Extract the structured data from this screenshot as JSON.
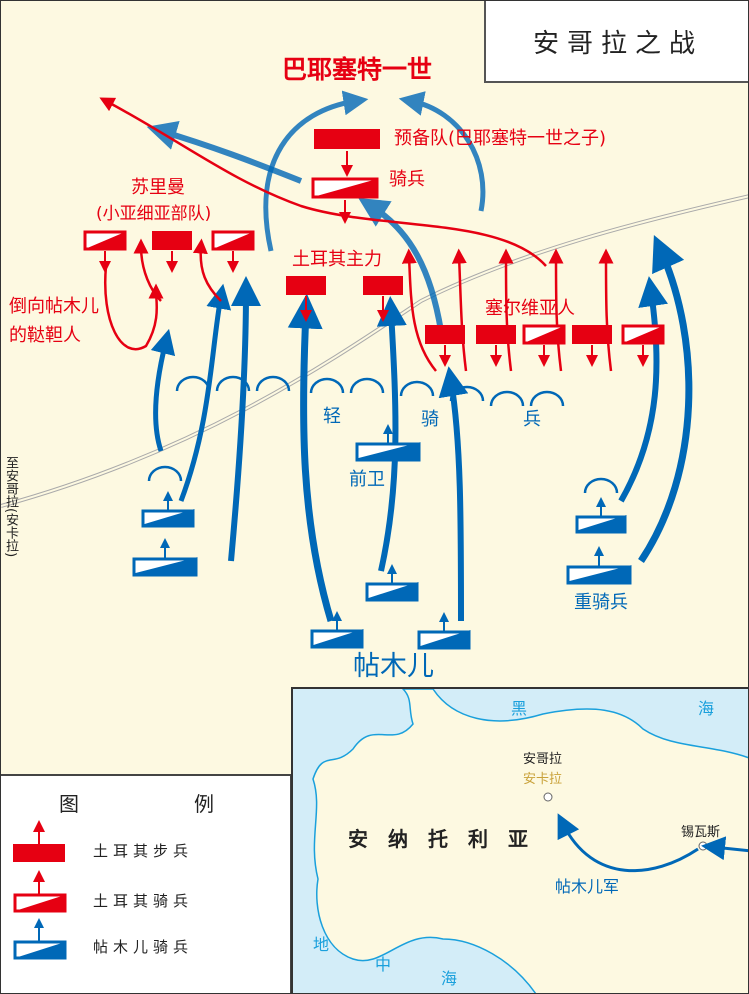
{
  "title": "安哥拉之战",
  "labels": {
    "bayezid": "巴耶塞特一世",
    "reserve": "预备队(巴耶塞特一世之子)",
    "cavalry": "骑兵",
    "suleiman": "苏里曼",
    "suleiman_sub": "(小亚细亚部队)",
    "ottoman_main": "土耳其主力",
    "tatars_1": "倒向帖木儿",
    "tatars_2": "的鞑靼人",
    "serbians": "塞尔维亚人",
    "light_1": "轻",
    "light_2": "骑",
    "light_3": "兵",
    "vanguard": "前卫",
    "heavy_cavalry": "重骑兵",
    "timur": "帖木儿",
    "to_ankara": "至安哥拉(安卡拉)"
  },
  "legend": {
    "title_1": "图",
    "title_2": "例",
    "items": [
      {
        "label": "土耳其步兵",
        "color": "#e60012"
      },
      {
        "label": "土耳其骑兵",
        "color": "#e60012"
      },
      {
        "label": "帖木儿骑兵",
        "color": "#0068b7"
      }
    ]
  },
  "inset": {
    "black_sea_1": "黑",
    "black_sea_2": "海",
    "ankara": "安哥拉",
    "ankara_modern": "安卡拉",
    "anatolia": "安　纳　托　利　亚",
    "sivas": "锡瓦斯",
    "timur_army": "帖木儿军",
    "med_1": "地",
    "med_2": "中",
    "med_3": "海"
  },
  "colors": {
    "ottoman": "#e60012",
    "timur": "#0068b7",
    "land": "#fdf9e1",
    "sea": "#d3edf8"
  }
}
